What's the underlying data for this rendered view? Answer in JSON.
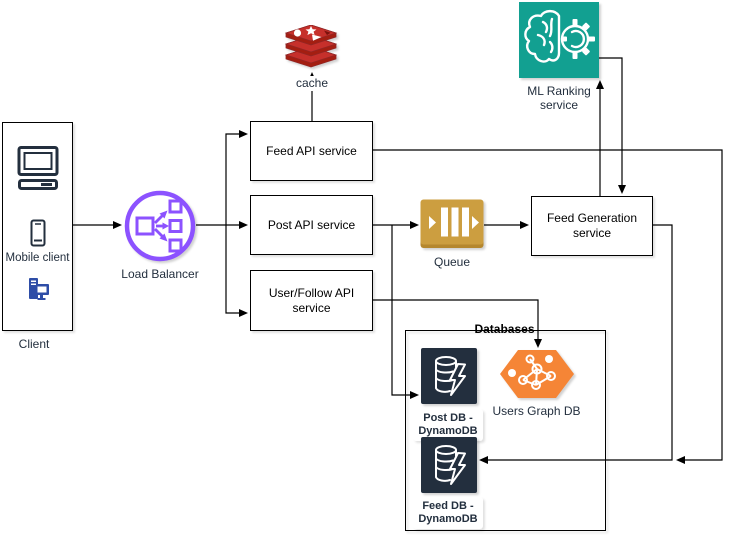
{
  "client": {
    "title": "Client",
    "mobile_label": "Mobile client"
  },
  "load_balancer": {
    "label": "Load Balancer"
  },
  "cache": {
    "label": "cache"
  },
  "services": {
    "feed_api": {
      "label": "Feed API service"
    },
    "post_api": {
      "label": "Post API service"
    },
    "user_follow_api": {
      "line1": "User/Follow API",
      "line2": "service"
    },
    "feed_generation": {
      "line1": "Feed Generation",
      "line2": "service"
    },
    "ml_ranking": {
      "line1": "ML Ranking",
      "line2": "service"
    }
  },
  "queue": {
    "label": "Queue"
  },
  "databases": {
    "title": "Databases",
    "post_db": {
      "line1": "Post DB -",
      "line2": "DynamoDB"
    },
    "feed_db": {
      "line1": "Feed DB -",
      "line2": "DynamoDB"
    },
    "users_graph_db": {
      "label": "Users Graph DB"
    }
  },
  "icons": {
    "client_desktop": "desktop-computer-icon",
    "client_mobile": "mobile-phone-icon",
    "client_workstation": "workstation-icon",
    "load_balancer": "load-balancer-circle-icon",
    "cache": "redis-stack-icon",
    "queue": "message-queue-icon",
    "ml_ranking": "brain-gear-icon",
    "post_db": "dynamodb-icon",
    "feed_db": "dynamodb-icon",
    "users_graph_db": "graph-hexagon-icon"
  },
  "colors": {
    "edge": "#000000",
    "redis_red": "#C6302B",
    "redis_dark_red": "#A41E11",
    "load_balancer_purple": "#8C52FF",
    "ml_teal": "#12A091",
    "queue_amber": "#CC9E40",
    "queue_amber_dark": "#B5872E",
    "dynamodb_navy": "#232F3E",
    "graph_orange": "#F58536",
    "label_dark": "#232F3E",
    "workstation_blue": "#2E4DA7"
  }
}
